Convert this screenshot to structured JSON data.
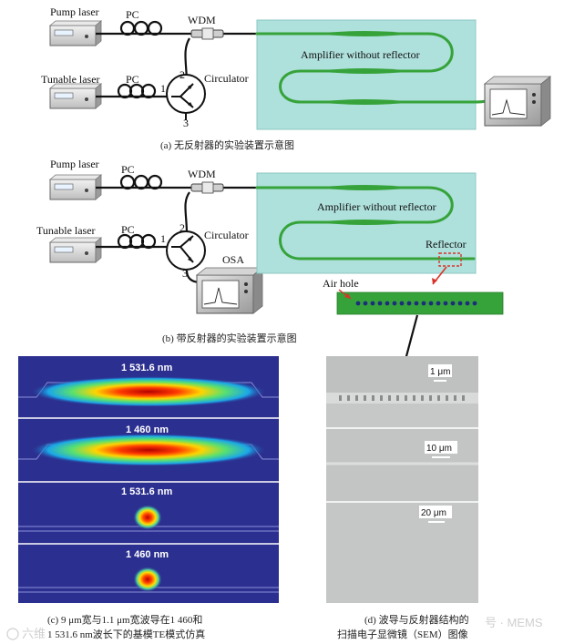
{
  "panel_a": {
    "pump_laser": "Pump laser",
    "pc_top": "PC",
    "wdm": "WDM",
    "tunable_laser": "Tunable laser",
    "pc_bottom": "PC",
    "circulator": "Circulator",
    "port1": "1",
    "port2": "2",
    "port3": "3",
    "amplifier": "Amplifier without reflector",
    "caption": "(a)  无反射器的实验装置示意图"
  },
  "panel_b": {
    "pump_laser": "Pump laser",
    "pc_top": "PC",
    "wdm": "WDM",
    "tunable_laser": "Tunable laser",
    "pc_bottom": "PC",
    "circulator": "Circulator",
    "port1": "1",
    "port2": "2",
    "port3": "3",
    "osa": "OSA",
    "amplifier": "Amplifier without reflector",
    "reflector": "Reflector",
    "air_hole": "Air hole",
    "caption": "(b)  带反射器的实验装置示意图"
  },
  "panel_c": {
    "modes": [
      "1 531.6 nm",
      "1 460 nm",
      "1 531.6 nm",
      "1 460 nm"
    ],
    "caption_line1": "(c)  9 μm宽与1.1 μm宽波导在1 460和",
    "caption_line2": "1 531.6 nm波长下的基模TE模式仿真"
  },
  "panel_d": {
    "scales": [
      "1 μm",
      "10 μm",
      "20 μm"
    ],
    "caption_line1": "(d)  波导与反射器结构的",
    "caption_line2": "扫描电子显微镜（SEM）图像"
  },
  "watermark": {
    "left": "六维",
    "right": "号 · MEMS"
  },
  "colors": {
    "chip": "#aee0dc",
    "waveguide": "#36a33a",
    "sim_background": "#2b2f8f",
    "sem_background": "#c6c8c8",
    "reflector_box": "#d9342b"
  }
}
